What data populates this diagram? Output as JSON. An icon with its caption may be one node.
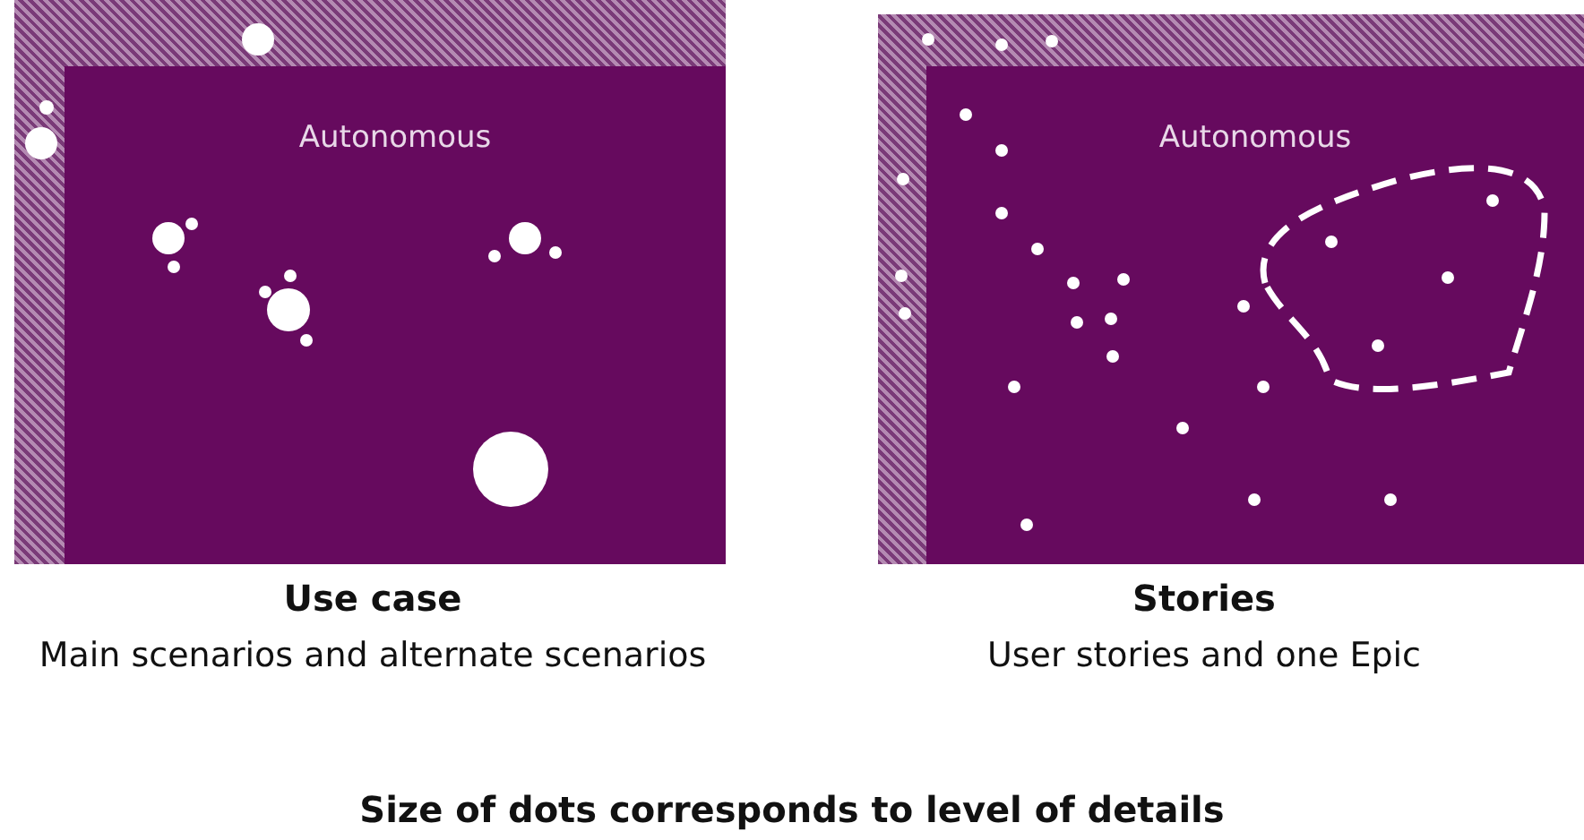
{
  "diagram": {
    "caption": "Size of dots corresponds to level of details",
    "nodes": [
      {
        "text": [
          "Use case",
          "Main scenarios and alternate scenarios"
        ]
      },
      {
        "text": [
          "Autonomous"
        ],
        "in": 0
      },
      {
        "text": [
          "Stories",
          "User stories and one Epic"
        ]
      },
      {
        "text": [
          "Autonomous"
        ],
        "in": 2
      }
    ],
    "edges": []
  }
}
